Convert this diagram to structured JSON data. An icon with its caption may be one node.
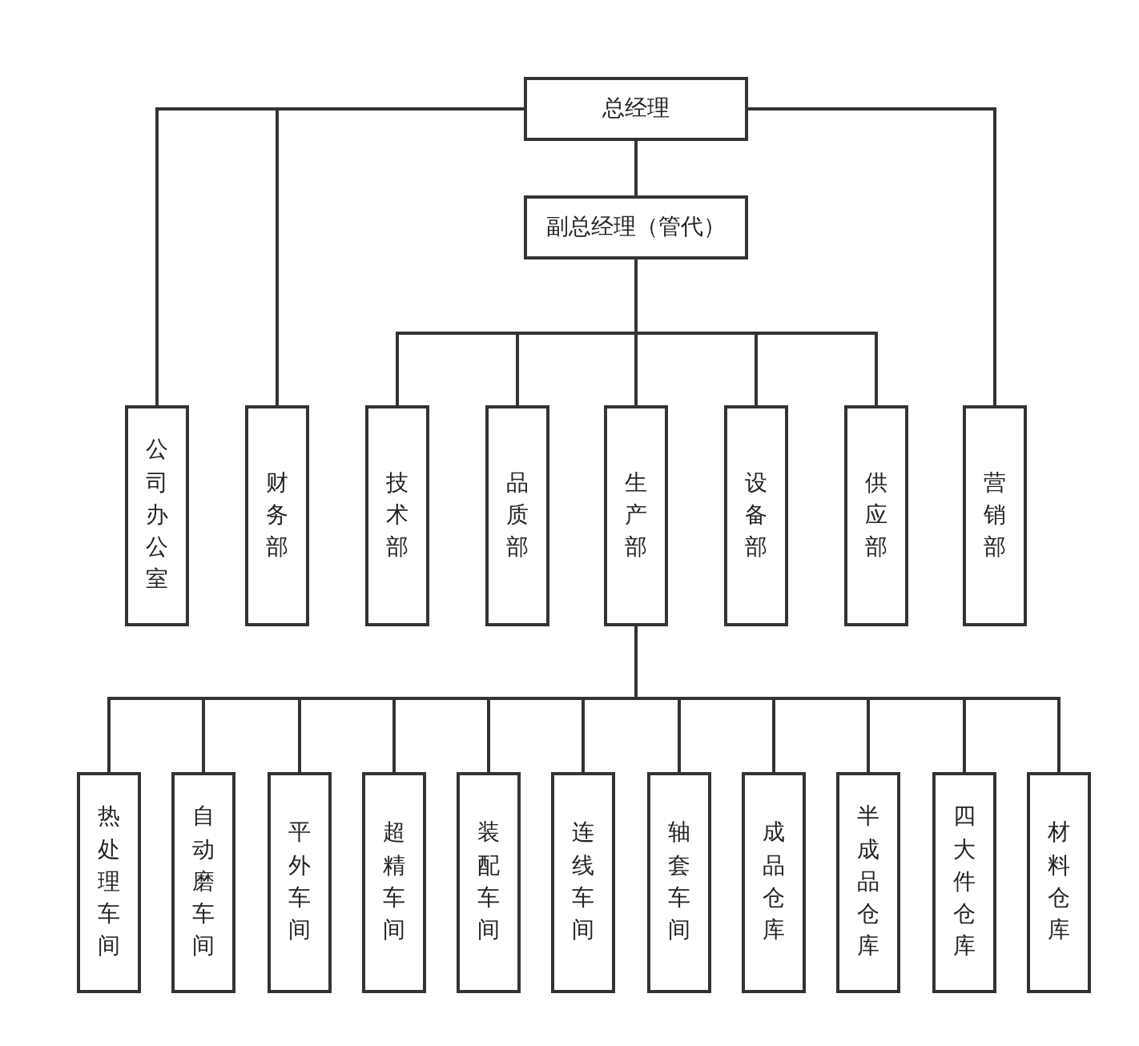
{
  "diagram": {
    "nodes": [
      {
        "text": [
          "总经理"
        ]
      },
      {
        "text": [
          "副总经理（管代）"
        ]
      },
      {
        "text": [
          "公司办公室"
        ]
      },
      {
        "text": [
          "财务部"
        ]
      },
      {
        "text": [
          "技术部"
        ]
      },
      {
        "text": [
          "品质部"
        ]
      },
      {
        "text": [
          "生产部"
        ]
      },
      {
        "text": [
          "设备部"
        ]
      },
      {
        "text": [
          "供应部"
        ]
      },
      {
        "text": [
          "营销部"
        ]
      },
      {
        "text": [
          "热处理车间"
        ]
      },
      {
        "text": [
          "自动磨车间"
        ]
      },
      {
        "text": [
          "平外车间"
        ]
      },
      {
        "text": [
          "超精车间"
        ]
      },
      {
        "text": [
          "装配车间"
        ]
      },
      {
        "text": [
          "连线车间"
        ]
      },
      {
        "text": [
          "轴套车间"
        ]
      },
      {
        "text": [
          "成品仓库"
        ]
      },
      {
        "text": [
          "半成品仓库"
        ]
      },
      {
        "text": [
          "四大件仓库"
        ]
      },
      {
        "text": [
          "材料仓库"
        ]
      }
    ],
    "edges": [
      {
        "from": 0,
        "to": 1,
        "arrow": "none"
      },
      {
        "from": 0,
        "to": 2,
        "arrow": "none"
      },
      {
        "from": 0,
        "to": 3,
        "arrow": "none"
      },
      {
        "from": 0,
        "to": 9,
        "arrow": "none"
      },
      {
        "from": 1,
        "to": 4,
        "arrow": "none"
      },
      {
        "from": 1,
        "to": 5,
        "arrow": "none"
      },
      {
        "from": 1,
        "to": 6,
        "arrow": "none"
      },
      {
        "from": 1,
        "to": 7,
        "arrow": "none"
      },
      {
        "from": 1,
        "to": 8,
        "arrow": "none"
      },
      {
        "from": 6,
        "to": 10,
        "arrow": "none"
      },
      {
        "from": 6,
        "to": 11,
        "arrow": "none"
      },
      {
        "from": 6,
        "to": 12,
        "arrow": "none"
      },
      {
        "from": 6,
        "to": 13,
        "arrow": "none"
      },
      {
        "from": 6,
        "to": 14,
        "arrow": "none"
      },
      {
        "from": 6,
        "to": 15,
        "arrow": "none"
      },
      {
        "from": 6,
        "to": 16,
        "arrow": "none"
      },
      {
        "from": 6,
        "to": 17,
        "arrow": "none"
      },
      {
        "from": 6,
        "to": 18,
        "arrow": "none"
      },
      {
        "from": 6,
        "to": 19,
        "arrow": "none"
      },
      {
        "from": 6,
        "to": 20,
        "arrow": "none"
      }
    ]
  }
}
